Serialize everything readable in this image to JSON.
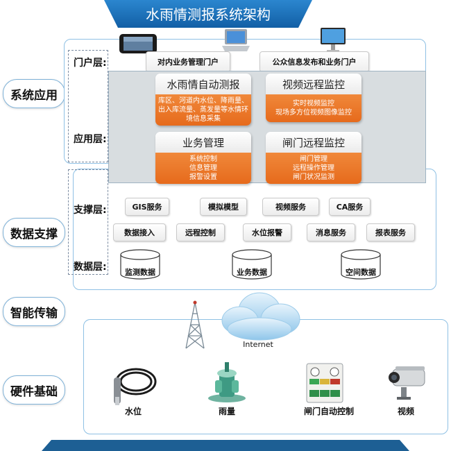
{
  "title": "水雨情测报系统架构",
  "side_labels": [
    "系统应用",
    "数据支撑",
    "智能传输",
    "硬件基础"
  ],
  "layers": {
    "portal": "门户层:",
    "application": "应用层:",
    "support": "支撑层:",
    "data": "数据层:"
  },
  "portals": [
    "对内业务管理门户",
    "公众信息发布和业务门户"
  ],
  "modules": [
    {
      "title": "水雨情自动测报",
      "lines": [
        "库区、河道内水位、降雨量、",
        "出入库流量、蒸发量等水情环",
        "境信息采集"
      ]
    },
    {
      "title": "视频远程监控",
      "lines": [
        "实时视频监控",
        "现场多方位视频图像监控"
      ]
    },
    {
      "title": "业务管理",
      "lines": [
        "系统控制",
        "信息管理",
        "报警设置"
      ]
    },
    {
      "title": "闸门远程监控",
      "lines": [
        "闸门管理",
        "远程操作管理",
        "闸门状况监测"
      ]
    }
  ],
  "support_row1": [
    "GIS服务",
    "模拟模型",
    "视频服务",
    "CA服务"
  ],
  "support_row2": [
    "数据接入",
    "远程控制",
    "水位报警",
    "消息服务",
    "报表服务"
  ],
  "databases": [
    "监测数据",
    "业务数据",
    "空间数据"
  ],
  "network": {
    "cloud_label": "Internet",
    "tower_icon": "radio-tower-icon"
  },
  "hardware": [
    "水位",
    "雨量",
    "闸门自动控制",
    "视频"
  ],
  "colors": {
    "banner": "#1d6fb8",
    "module_orange": "#e8701f",
    "region_border": "#8ec0e4"
  }
}
